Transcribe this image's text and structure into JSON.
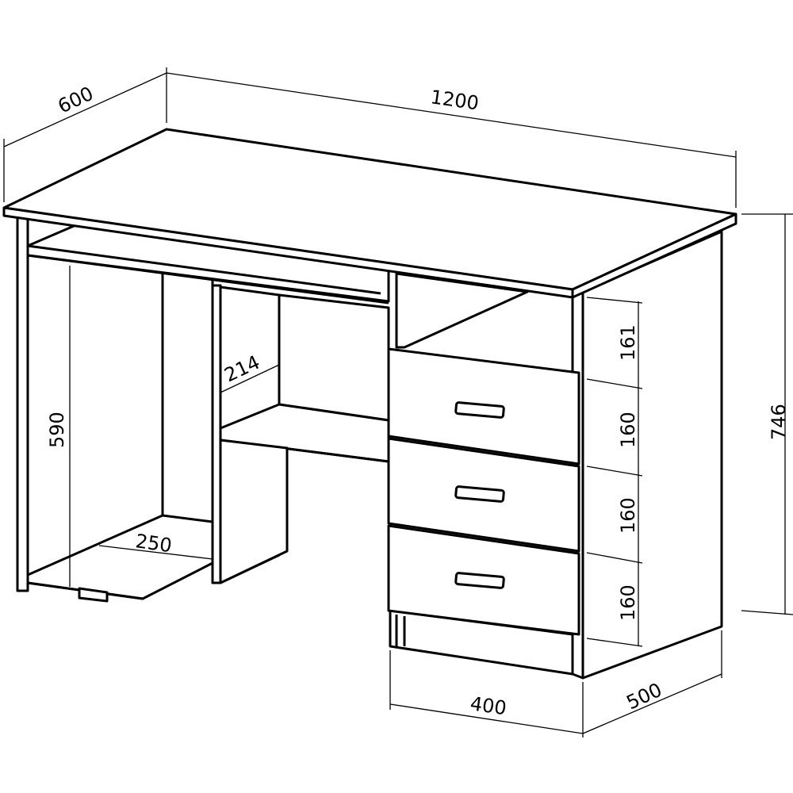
{
  "title": "Desk dimension drawing",
  "dimensions": {
    "depth_top": "600",
    "width_total": "1200",
    "height_total": "746",
    "drawer_1": "161",
    "drawer_2": "160",
    "drawer_3": "160",
    "drawer_4": "160",
    "shelf_depth": "214",
    "knee_height": "590",
    "footrest_depth": "250",
    "pedestal_width": "400",
    "pedestal_depth": "500"
  },
  "colors": {
    "line": "#000000",
    "background": "#ffffff"
  }
}
